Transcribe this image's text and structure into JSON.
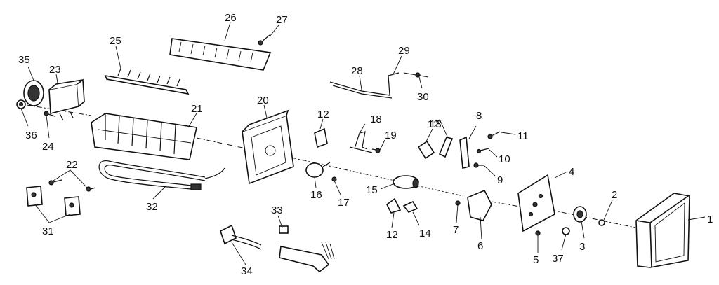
{
  "callouts": {
    "c1": "1",
    "c2": "2",
    "c3": "3",
    "c4": "4",
    "c5": "5",
    "c6": "6",
    "c7": "7",
    "c8": "8",
    "c9": "9",
    "c10": "10",
    "c11": "11",
    "c12a": "12",
    "c12b": "12",
    "c12c": "12",
    "c13": "13",
    "c14": "14",
    "c15": "15",
    "c16": "16",
    "c17": "17",
    "c18": "18",
    "c19": "19",
    "c20": "20",
    "c21": "21",
    "c22": "22",
    "c23": "23",
    "c24": "24",
    "c25": "25",
    "c26": "26",
    "c27": "27",
    "c28": "28",
    "c29": "29",
    "c30": "30",
    "c31": "31",
    "c32": "32",
    "c33": "33",
    "c34": "34",
    "c35": "35",
    "c36": "36",
    "c37": "37"
  }
}
